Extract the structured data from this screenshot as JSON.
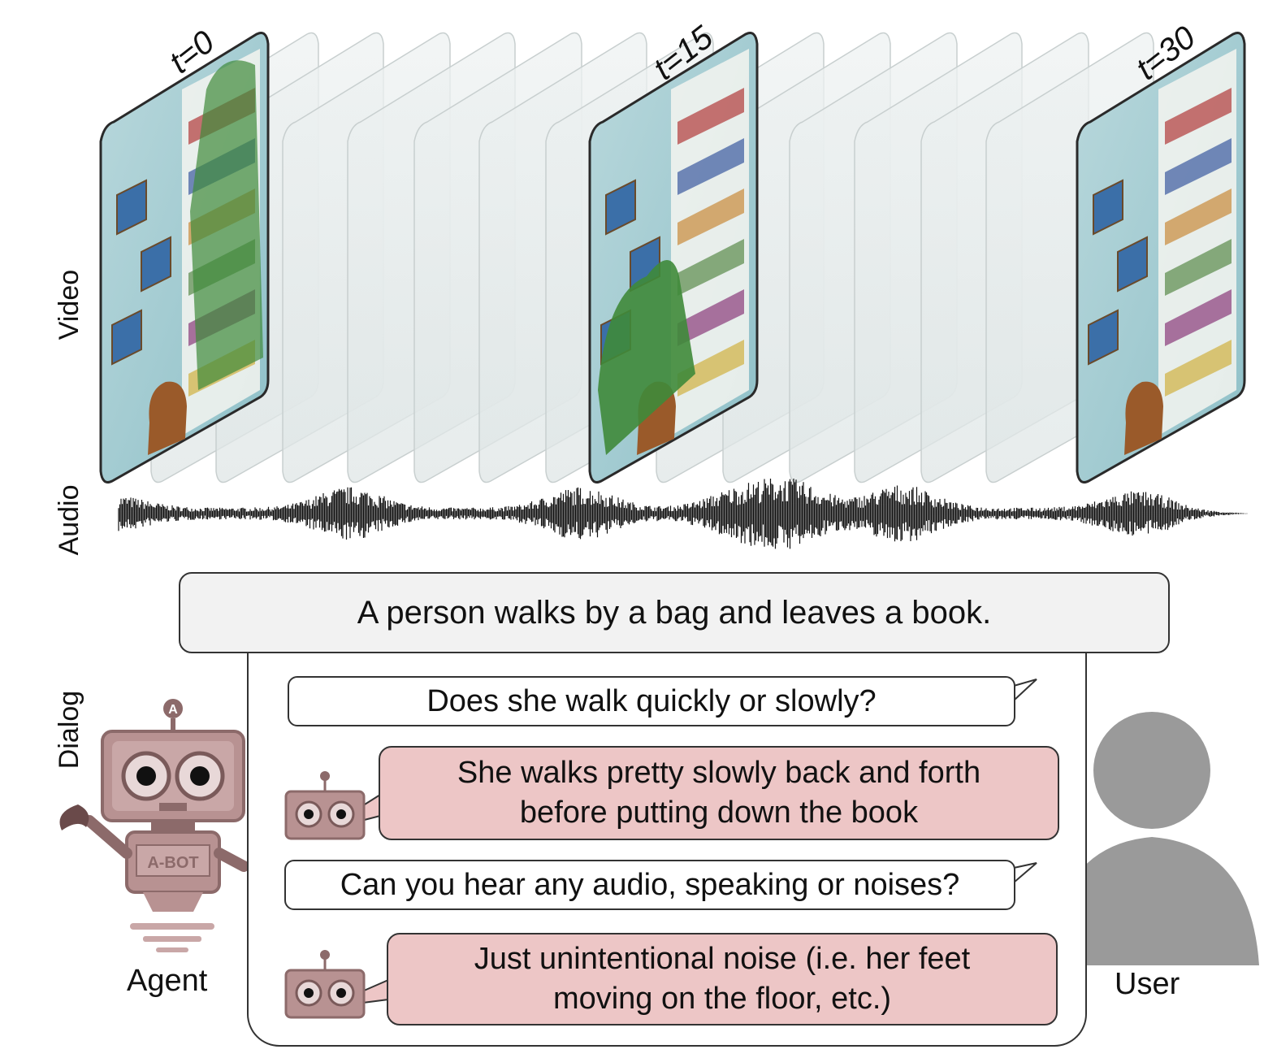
{
  "frame_labels": [
    "t=0",
    "t=15",
    "t=30"
  ],
  "side_labels": {
    "video": "Video",
    "audio": "Audio",
    "dialog": "Dialog"
  },
  "caption": "A person walks by a bag and leaves a book.",
  "dialog": [
    {
      "role": "user",
      "text": "Does she walk quickly or slowly?"
    },
    {
      "role": "agent",
      "lines": [
        "She walks pretty slowly back and forth",
        "before putting down the book"
      ]
    },
    {
      "role": "user",
      "text": "Can you hear any audio, speaking or noises?"
    },
    {
      "role": "agent",
      "lines": [
        "Just unintentional noise (i.e. her feet",
        "moving on the floor, etc.)"
      ]
    }
  ],
  "agent": {
    "label": "Agent",
    "badge": "A-BOT",
    "antenna_letter": "A"
  },
  "user": {
    "label": "User"
  },
  "colors": {
    "robot": "#b89292",
    "robot_dark": "#8c6a6a",
    "bubble_agent": "#edc6c6",
    "user_grey": "#9a9a9a",
    "wall_blue": "#9cc8d0"
  }
}
